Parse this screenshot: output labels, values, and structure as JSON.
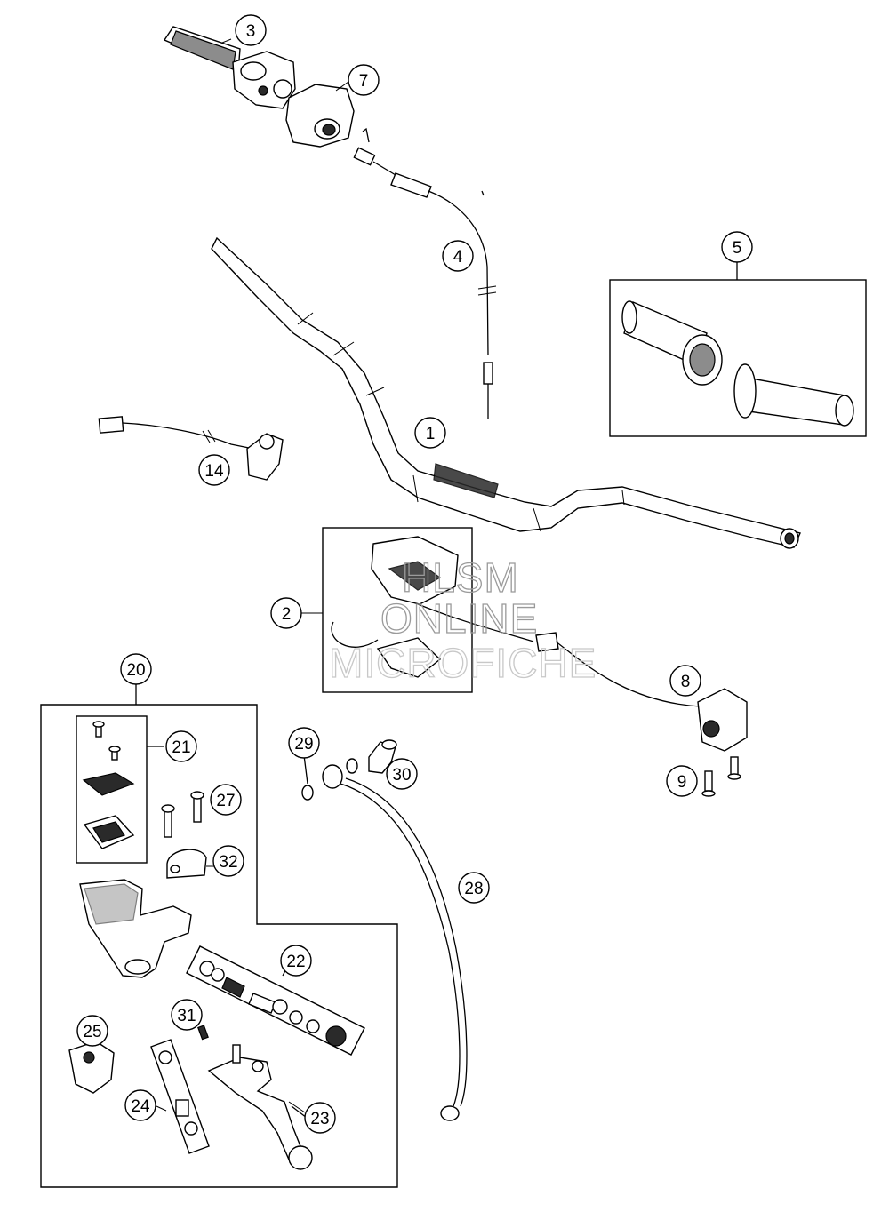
{
  "callouts": [
    {
      "id": "c1",
      "label": "1"
    },
    {
      "id": "c2",
      "label": "2"
    },
    {
      "id": "c3",
      "label": "3"
    },
    {
      "id": "c4",
      "label": "4"
    },
    {
      "id": "c5",
      "label": "5"
    },
    {
      "id": "c7",
      "label": "7"
    },
    {
      "id": "c8",
      "label": "8"
    },
    {
      "id": "c9",
      "label": "9"
    },
    {
      "id": "c14",
      "label": "14"
    },
    {
      "id": "c20",
      "label": "20"
    },
    {
      "id": "c21",
      "label": "21"
    },
    {
      "id": "c22",
      "label": "22"
    },
    {
      "id": "c23",
      "label": "23"
    },
    {
      "id": "c24",
      "label": "24"
    },
    {
      "id": "c25",
      "label": "25"
    },
    {
      "id": "c27",
      "label": "27"
    },
    {
      "id": "c28",
      "label": "28"
    },
    {
      "id": "c29",
      "label": "29"
    },
    {
      "id": "c30",
      "label": "30"
    },
    {
      "id": "c31",
      "label": "31"
    },
    {
      "id": "c32",
      "label": "32"
    }
  ],
  "watermark": {
    "line1": "HLSM",
    "line2": "ONLINE",
    "line3": "MICROFICHE"
  }
}
